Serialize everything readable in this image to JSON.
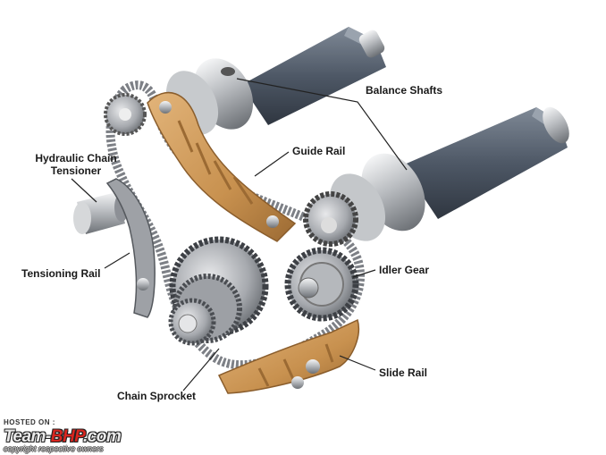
{
  "labels": {
    "balance_shafts": "Balance Shafts",
    "guide_rail": "Guide Rail",
    "hydraulic_line1": "Hydraulic Chain",
    "hydraulic_line2": "Tensioner",
    "idler_gear": "Idler Gear",
    "tensioning_rail": "Tensioning Rail",
    "slide_rail": "Slide Rail",
    "chain_sprocket": "Chain Sprocket"
  },
  "watermark": {
    "hosted": "HOSTED ON :",
    "brand_prefix": "Team-",
    "brand_red": "BHP",
    "brand_suffix": ".com",
    "copyright": "copyright respective owners"
  },
  "colors": {
    "rail_orange": "#c8914f",
    "shaft_dark": "#4e5866",
    "chain_metal": "#8a8d92",
    "gear_metal": "#a6a9ae",
    "leader_line": "#222222"
  }
}
